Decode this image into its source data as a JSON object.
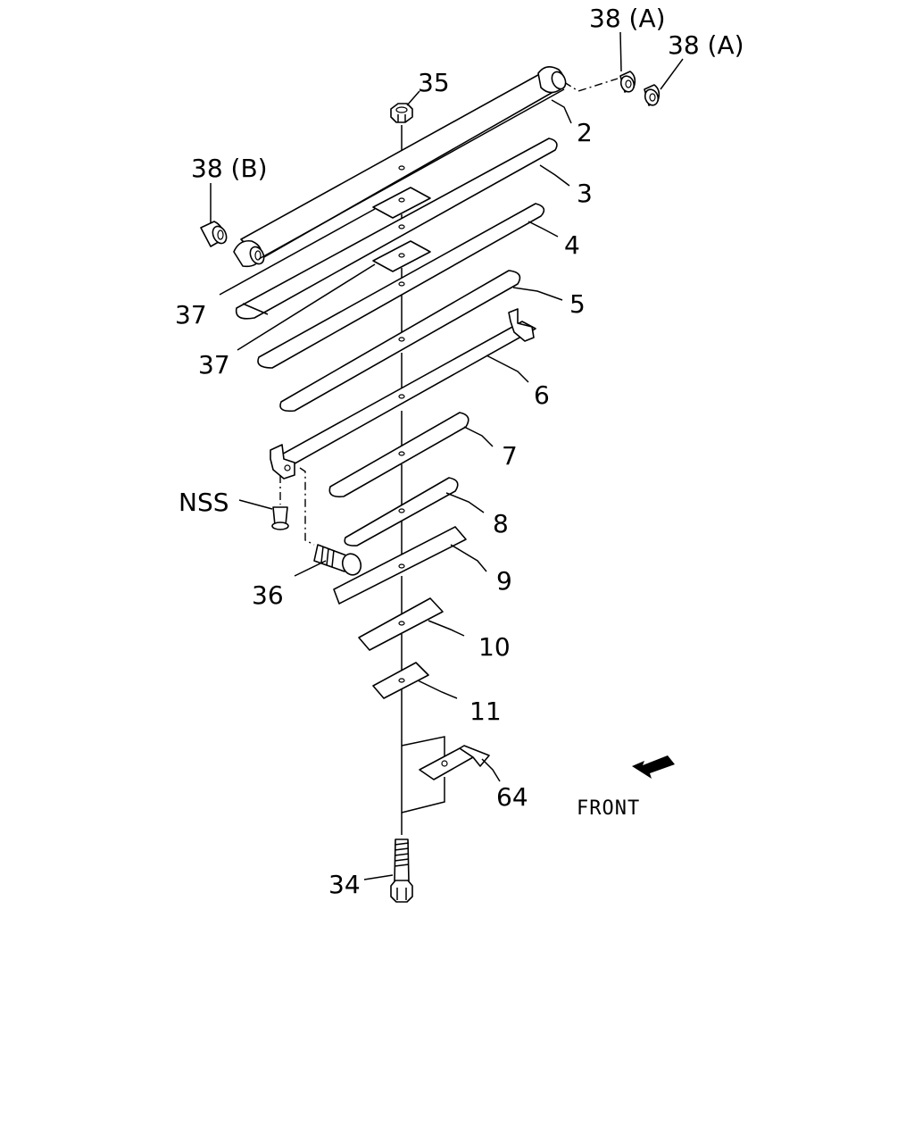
{
  "labels": {
    "p38a_1": "38 (A)",
    "p38a_2": "38 (A)",
    "p35": "35",
    "p2": "2",
    "p38b": "38 (B)",
    "p3": "3",
    "p4": "4",
    "p37_1": "37",
    "p5": "5",
    "p37_2": "37",
    "p6": "6",
    "p7": "7",
    "nss": "NSS",
    "p8": "8",
    "p9": "9",
    "p36": "36",
    "p10": "10",
    "p11": "11",
    "p64": "64",
    "front": "FRONT",
    "p34": "34"
  },
  "colors": {
    "line": "#000000",
    "background": "#ffffff"
  },
  "icons": {
    "front_arrow": "front-arrow-icon"
  }
}
